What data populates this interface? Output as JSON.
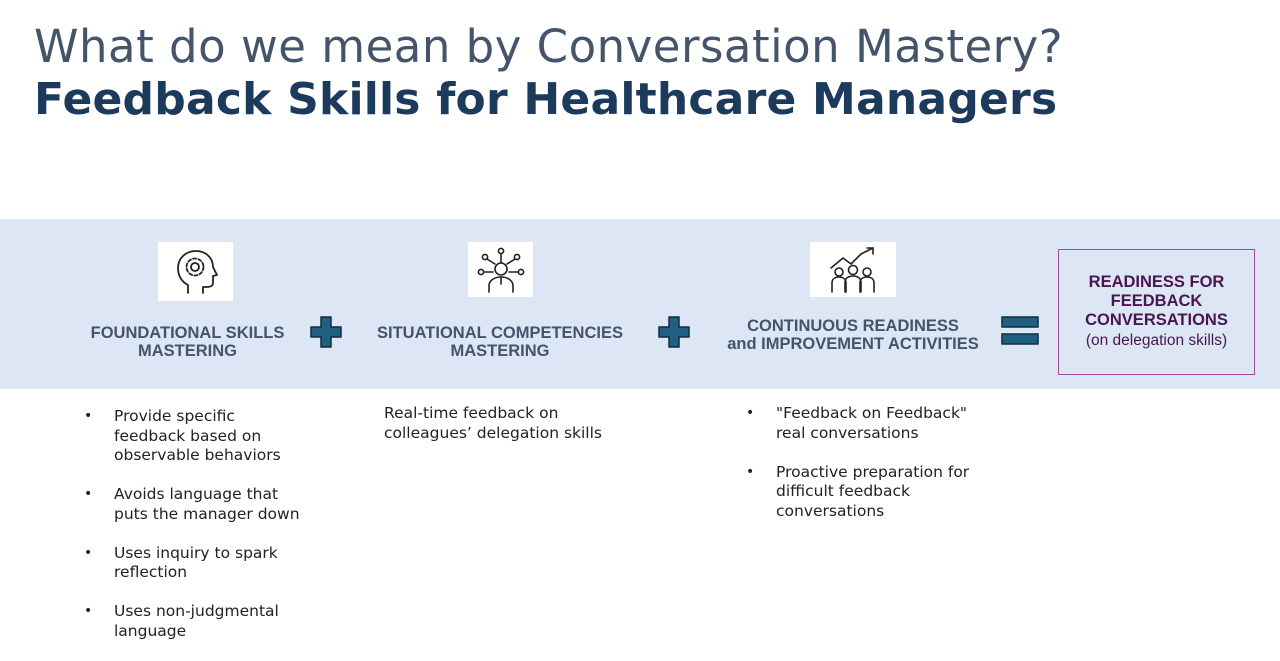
{
  "title": {
    "line1": "What do we mean by Conversation Mastery?",
    "line2": "Feedback Skills for Healthcare Managers"
  },
  "columns": [
    {
      "icon": "head-gear-icon",
      "heading": [
        "FOUNDATIONAL SKILLS",
        "MASTERING"
      ],
      "bullets": [
        [
          "Provide specific",
          "feedback based on",
          "observable behaviors"
        ],
        [
          "Avoids language that",
          "puts the manager down"
        ],
        [
          "Uses inquiry to spark",
          "reflection"
        ],
        [
          "Uses non-judgmental",
          "language"
        ]
      ]
    },
    {
      "icon": "person-network-icon",
      "heading": [
        "SITUATIONAL COMPETENCIES",
        "MASTERING"
      ],
      "text": [
        "Real-time feedback on",
        "colleagues’ delegation skills"
      ]
    },
    {
      "icon": "team-growth-icon",
      "heading": [
        "CONTINUOUS READINESS",
        "and IMPROVEMENT ACTIVITIES"
      ],
      "bullets": [
        [
          "\"Feedback on Feedback\"",
          "real conversations"
        ],
        [
          "Proactive preparation for",
          "difficult feedback",
          "conversations"
        ]
      ]
    }
  ],
  "operators": [
    "plus-icon",
    "plus-icon",
    "equals-icon"
  ],
  "result": {
    "lines": [
      "READINESS FOR",
      "FEEDBACK",
      "CONVERSATIONS"
    ],
    "sub": "(on delegation skills)"
  },
  "colors": {
    "title_light": "#44546a",
    "title_dark": "#1b3a5c",
    "band": "#dce6f4",
    "operator": "#1f5f7f",
    "result_border": "#a24da3",
    "result_text": "#4a1650"
  }
}
